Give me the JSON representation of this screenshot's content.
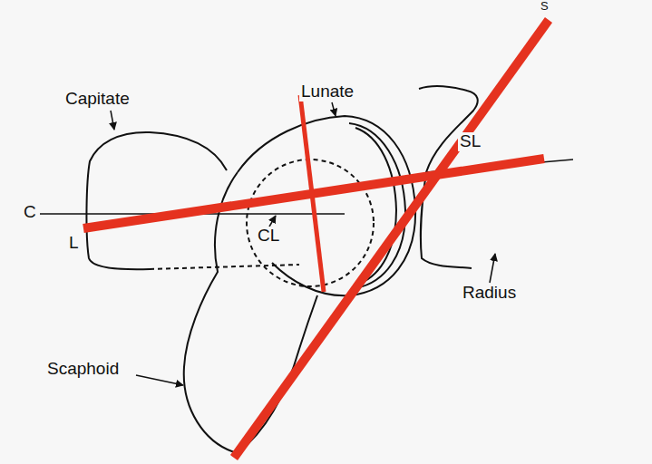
{
  "diagram": {
    "labels": [
      "S",
      "Lunate",
      "Capitate",
      "SL",
      "C",
      "L",
      "CL",
      "Radius",
      "Scaphoid"
    ]
  }
}
